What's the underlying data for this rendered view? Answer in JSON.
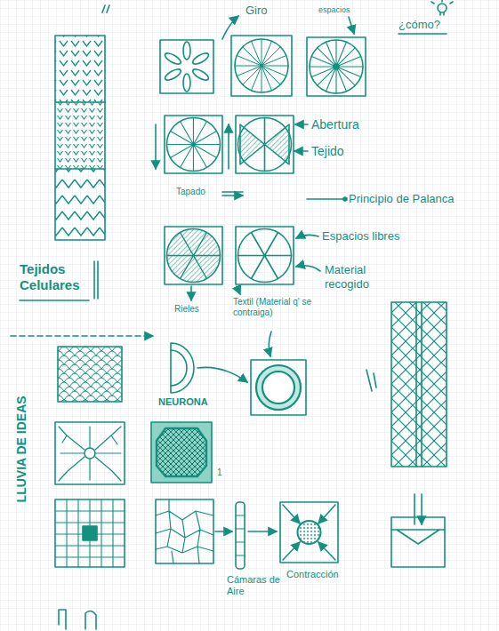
{
  "diagram": {
    "labels": [
      "Giro",
      "espacios",
      "¿cómo?",
      "Abertura",
      "Tejido",
      "Principio de Palanca",
      "Tapado",
      "Espacios libres",
      "Material recogido",
      "Tejidos Celulares",
      "Rieles",
      "Textil (Material q' se contraiga)",
      "NEURONA",
      "1",
      "LLUVIA DE IDEAS",
      "Cámaras de Aire",
      "Contracción"
    ]
  }
}
